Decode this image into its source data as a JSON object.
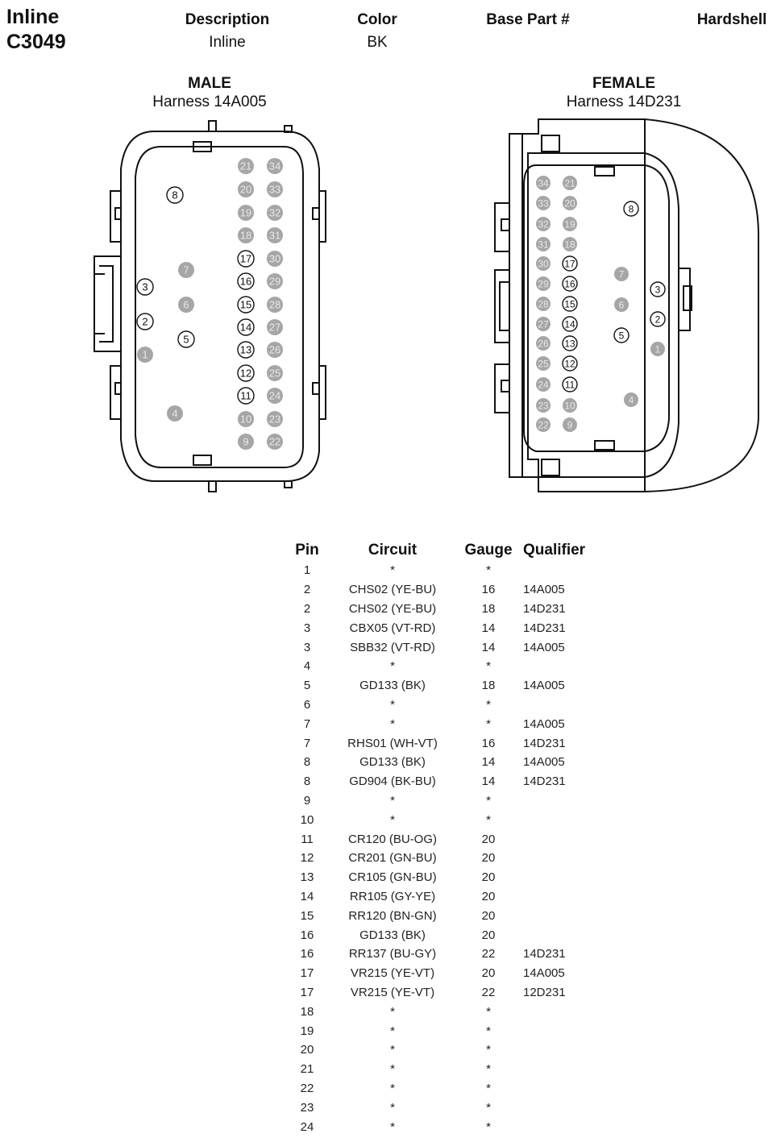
{
  "connector": {
    "type": "Inline",
    "id": "C3049"
  },
  "header": {
    "description_label": "Description",
    "description_value": "Inline",
    "color_label": "Color",
    "color_value": "BK",
    "base_part_label": "Base Part #",
    "base_part_value": "",
    "hardshell_label": "Hardshell"
  },
  "male": {
    "title": "MALE",
    "harness": "Harness 14A005"
  },
  "female": {
    "title": "FEMALE",
    "harness": "Harness 14D231"
  },
  "table": {
    "headers": [
      "Pin",
      "Circuit",
      "Gauge",
      "Qualifier"
    ],
    "rows": [
      [
        "1",
        "*",
        "*",
        ""
      ],
      [
        "2",
        "CHS02 (YE-BU)",
        "16",
        "14A005"
      ],
      [
        "2",
        "CHS02 (YE-BU)",
        "18",
        "14D231"
      ],
      [
        "3",
        "CBX05 (VT-RD)",
        "14",
        "14D231"
      ],
      [
        "3",
        "SBB32 (VT-RD)",
        "14",
        "14A005"
      ],
      [
        "4",
        "*",
        "*",
        ""
      ],
      [
        "5",
        "GD133 (BK)",
        "18",
        "14A005"
      ],
      [
        "6",
        "*",
        "*",
        ""
      ],
      [
        "7",
        "*",
        "*",
        "14A005"
      ],
      [
        "7",
        "RHS01 (WH-VT)",
        "16",
        "14D231"
      ],
      [
        "8",
        "GD133 (BK)",
        "14",
        "14A005"
      ],
      [
        "8",
        "GD904 (BK-BU)",
        "14",
        "14D231"
      ],
      [
        "9",
        "*",
        "*",
        ""
      ],
      [
        "10",
        "*",
        "*",
        ""
      ],
      [
        "11",
        "CR120 (BU-OG)",
        "20",
        ""
      ],
      [
        "12",
        "CR201 (GN-BU)",
        "20",
        ""
      ],
      [
        "13",
        "CR105 (GN-BU)",
        "20",
        ""
      ],
      [
        "14",
        "RR105 (GY-YE)",
        "20",
        ""
      ],
      [
        "15",
        "RR120 (BN-GN)",
        "20",
        ""
      ],
      [
        "16",
        "GD133 (BK)",
        "20",
        ""
      ],
      [
        "16",
        "RR137 (BU-GY)",
        "22",
        "14D231"
      ],
      [
        "17",
        "VR215 (YE-VT)",
        "20",
        "14A005"
      ],
      [
        "17",
        "VR215 (YE-VT)",
        "22",
        "12D231"
      ],
      [
        "18",
        "*",
        "*",
        ""
      ],
      [
        "19",
        "*",
        "*",
        ""
      ],
      [
        "20",
        "*",
        "*",
        ""
      ],
      [
        "21",
        "*",
        "*",
        ""
      ],
      [
        "22",
        "*",
        "*",
        ""
      ],
      [
        "23",
        "*",
        "*",
        ""
      ],
      [
        "24",
        "*",
        "*",
        ""
      ]
    ]
  },
  "colors": {
    "empty_cavity": "#a6a6a6",
    "outline": "#111111"
  },
  "cavities": {
    "occupied": [
      "2",
      "3",
      "5",
      "8",
      "11",
      "12",
      "13",
      "14",
      "15",
      "16",
      "17"
    ],
    "empty": [
      "1",
      "4",
      "6",
      "7",
      "9",
      "10",
      "18",
      "19",
      "20",
      "21",
      "22",
      "23",
      "24",
      "25",
      "26",
      "27",
      "28",
      "29",
      "30",
      "31",
      "32",
      "33",
      "34"
    ]
  }
}
